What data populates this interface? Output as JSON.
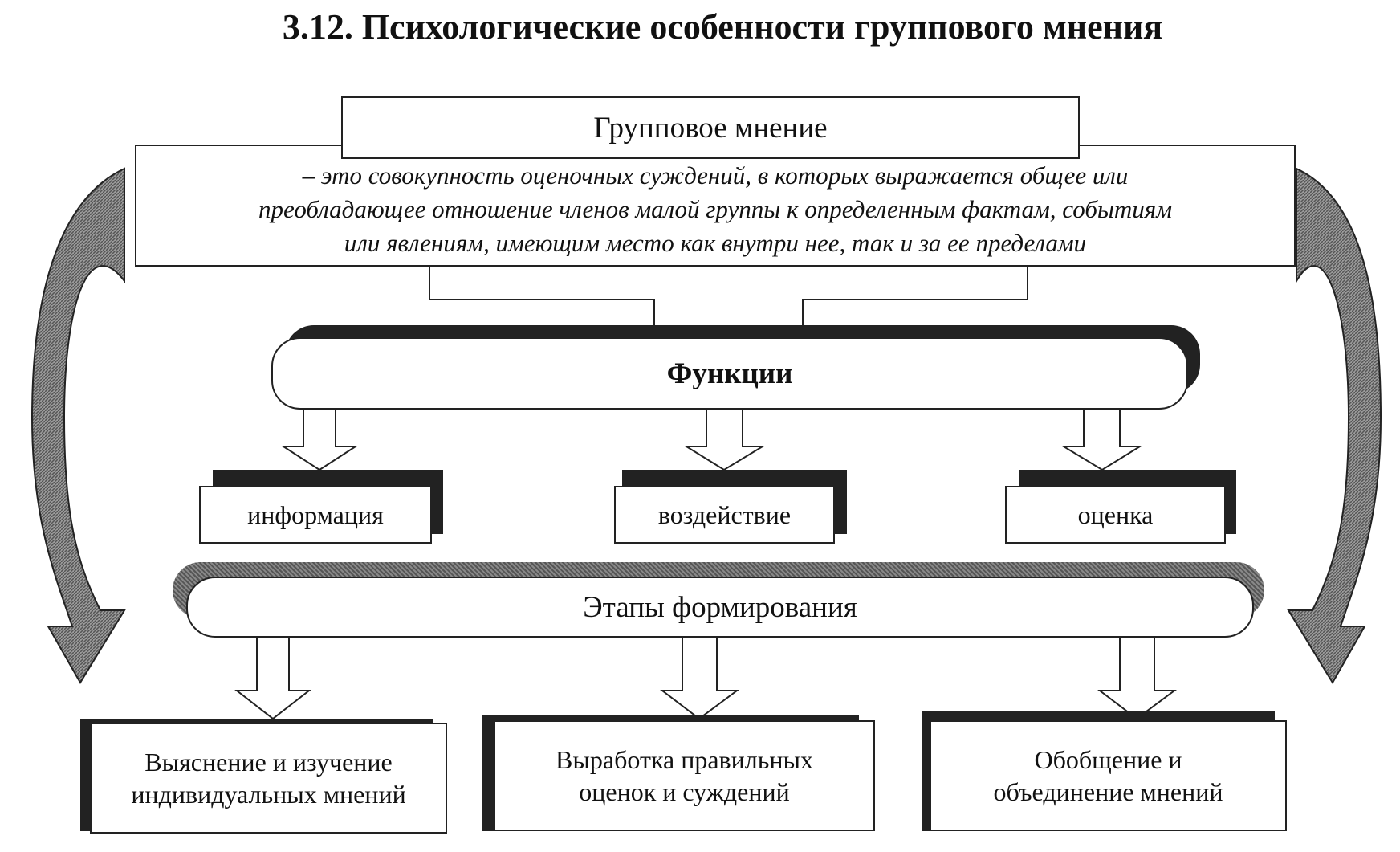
{
  "title": "3.12. Психологические особенности группового мнения",
  "definition": {
    "term": "Групповое мнение",
    "lines": [
      "– это совокупность оценочных суждений, в которых выражается общее или",
      "преобладающее отношение членов малой группы к определенным фактам, событиям",
      "или явлениям, имеющим место как внутри нее, так и за ее пределами"
    ]
  },
  "functions": {
    "label": "Функции",
    "items": [
      "информация",
      "воздействие",
      "оценка"
    ]
  },
  "stages": {
    "label": "Этапы формирования",
    "items": [
      [
        "Выяснение и изучение",
        "индивидуальных мнений"
      ],
      [
        "Выработка правильных",
        "оценок и суждений"
      ],
      [
        "Обобщение и",
        "объединение мнений"
      ]
    ]
  }
}
